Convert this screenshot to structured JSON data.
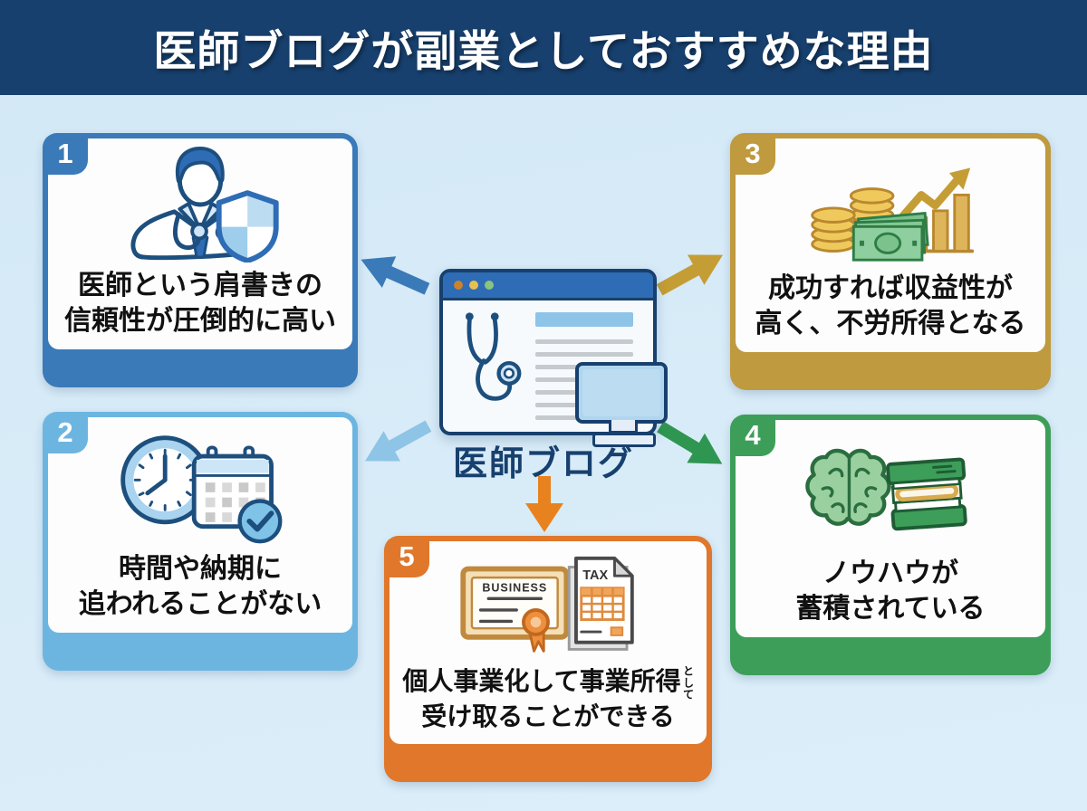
{
  "header": {
    "title": "医師ブログが副業としておすすめな理由",
    "bg_color": "#17406e",
    "text_color": "#ffffff"
  },
  "center": {
    "label": "医師ブログ",
    "label_color": "#17406e"
  },
  "cards": [
    {
      "number": "1",
      "line1": "医師という肩書きの",
      "line2": "信頼性が圧倒的に高い",
      "accent": "#3a7ab8",
      "icon": "doctor-shield"
    },
    {
      "number": "2",
      "line1": "時間や納期に",
      "line2": "追われることがない",
      "accent": "#6db5e1",
      "icon": "clock-calendar-check"
    },
    {
      "number": "3",
      "line1": "成功すれば収益性が",
      "line2": "高く、不労所得となる",
      "accent": "#bf9a3e",
      "icon": "coins-cash-growth-chart"
    },
    {
      "number": "4",
      "line1": "ノウハウが",
      "line2": "蓄積されている",
      "accent": "#3d9e59",
      "icon": "brain-books"
    },
    {
      "number": "5",
      "line1": "個人事業化して事業所得",
      "line1_suffix_small": "として",
      "line2": "受け取ることができる",
      "accent": "#e0772b",
      "icon": "business-certificate-tax-form"
    }
  ],
  "icon_text": {
    "certificate": "BUSINESS",
    "tax": "TAX"
  },
  "arrows": [
    {
      "to": "card-1",
      "color": "#3a7ab8"
    },
    {
      "to": "card-2",
      "color": "#8ec4e6"
    },
    {
      "to": "card-3",
      "color": "#c59d35"
    },
    {
      "to": "card-4",
      "color": "#2f9651"
    },
    {
      "to": "card-5",
      "color": "#e8821e"
    }
  ],
  "colors": {
    "page_background": "#d9ebf7",
    "card_text": "#111111",
    "browser_bar": "#2e6cb5",
    "outline_navy": "#17406e"
  }
}
